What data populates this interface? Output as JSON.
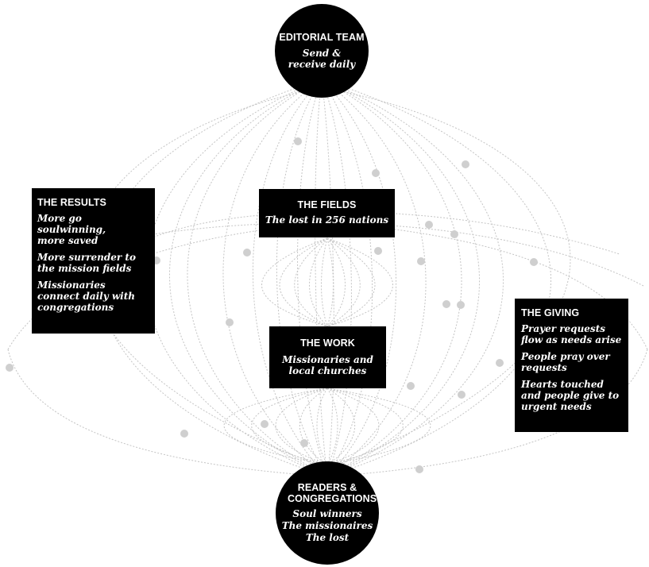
{
  "editorial": {
    "title": "EDITORIAL TEAM",
    "subtitle": "Send & receive daily"
  },
  "fields": {
    "title": "THE FIELDS",
    "subtitle": "The lost in 256 nations"
  },
  "work": {
    "title": "THE WORK",
    "subtitle": "Missionaries and local churches"
  },
  "results": {
    "title": "THE RESULTS",
    "items": [
      "More go soulwinning, more saved",
      "More surrender to the mission fields",
      "Missionaries connect daily with congregations"
    ]
  },
  "giving": {
    "title": "THE GIVING",
    "items": [
      "Prayer requests flow as needs arise",
      "People pray over requests",
      "Hearts touched and people give to urgent needs"
    ]
  },
  "readers": {
    "title": "READERS & CONGREGATIONS",
    "lines": [
      "Soul winners",
      "The missionaires",
      "The lost"
    ]
  },
  "colors": {
    "node_fill": "#000000",
    "node_text": "#ffffff",
    "line": "#c4c4c4",
    "dot": "#cfcfcf"
  }
}
